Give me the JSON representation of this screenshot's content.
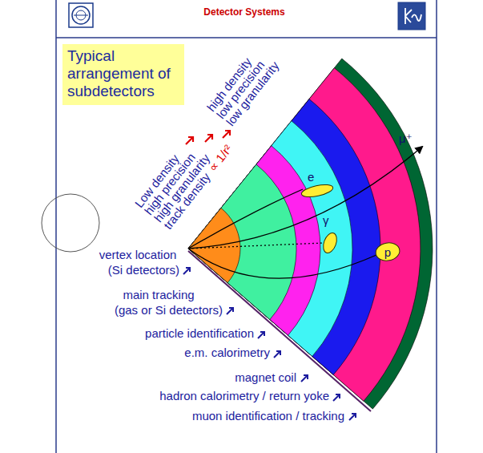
{
  "diagram": {
    "title": "Detector Systems",
    "nodes": [
      {
        "text": [
          "Typical arrangement of subdetectors"
        ]
      },
      {
        "text": [
          "e"
        ]
      },
      {
        "text": [
          "γ"
        ]
      },
      {
        "text": [
          "p"
        ]
      }
    ],
    "labels": [
      "Low density",
      "high precision",
      "high granularity",
      "track density",
      "∝ 1/r²",
      "high density",
      "low precision",
      "low granularity",
      "μ⁺",
      "vertex location",
      "(Si detectors)",
      "main tracking",
      "(gas or Si detectors)",
      "particle identification",
      "e.m. calorimetry",
      "magnet coil",
      "hadron calorimetry / return yoke",
      "muon identification / tracking"
    ]
  }
}
